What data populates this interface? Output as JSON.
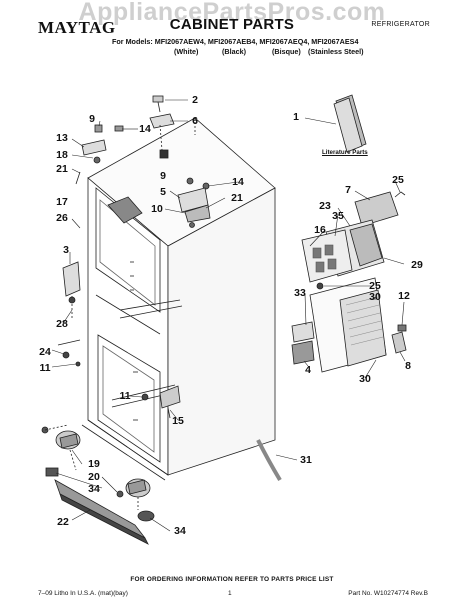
{
  "watermark": "AppliancePartsPros.com",
  "header": {
    "brand": "MAYTAG",
    "title": "CABINET PARTS",
    "category": "REFRIGERATOR",
    "models_line": "For Models: MFI2067AEW4, MFI2067AEB4, MFI2067AEQ4, MFI2067AES4",
    "colors": [
      "(White)",
      "(Black)",
      "(Bisque)",
      "(Stainless Steel)"
    ]
  },
  "literature_label": "Literature Parts",
  "callouts": [
    "2",
    "9",
    "6",
    "14",
    "13",
    "1",
    "18",
    "21",
    "9",
    "14",
    "5",
    "7",
    "25",
    "10",
    "21",
    "17",
    "26",
    "23",
    "35",
    "16",
    "3",
    "29",
    "25",
    "33",
    "30",
    "12",
    "28",
    "24",
    "11",
    "4",
    "8",
    "30",
    "11",
    "15",
    "31",
    "19",
    "20",
    "34",
    "22",
    "34"
  ],
  "footer": {
    "note": "FOR ORDERING INFORMATION REFER TO PARTS PRICE LIST",
    "left": "7–09 Litho In U.S.A. (mat)(bay)",
    "center": "1",
    "right": "Part No. W10274774 Rev.B"
  }
}
